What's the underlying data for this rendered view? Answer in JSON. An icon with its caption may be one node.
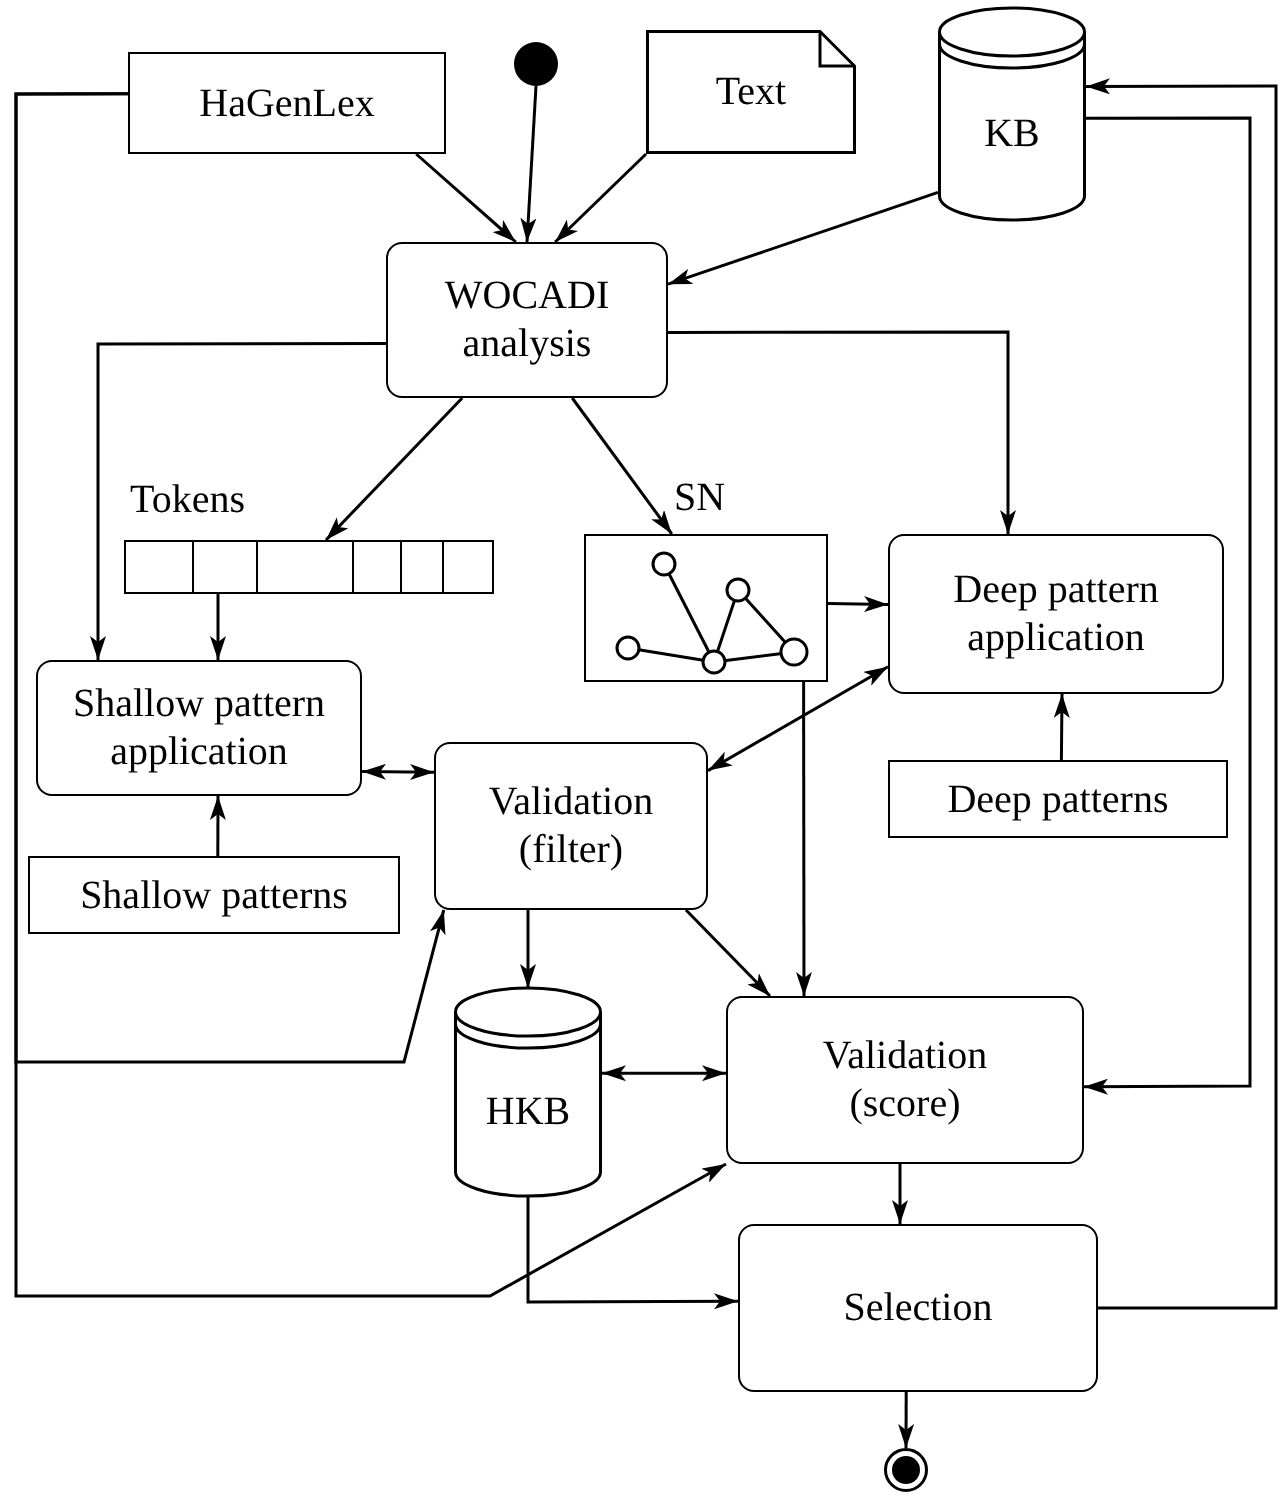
{
  "diagram": {
    "nodes": [
      {
        "text": [
          "HaGenLex"
        ]
      },
      {
        "text": [],
        "shape": "circle"
      },
      {
        "text": [
          "Text"
        ]
      },
      {
        "text": [
          "KB"
        ]
      },
      {
        "text": [
          "WOCADI analysis"
        ]
      },
      {
        "text": [
          "Tokens"
        ]
      },
      {
        "text": [
          "SN"
        ]
      },
      {
        "text": [
          "Deep pattern application"
        ]
      },
      {
        "text": [
          "Shallow pattern application"
        ]
      },
      {
        "text": [
          "Validation (filter)"
        ]
      },
      {
        "text": [
          "Deep patterns"
        ]
      },
      {
        "text": [
          "Shallow patterns"
        ]
      },
      {
        "text": [
          "HKB"
        ]
      },
      {
        "text": [
          "Validation (score)"
        ]
      },
      {
        "text": [
          "Selection"
        ]
      },
      {
        "text": [],
        "shape": "circle"
      }
    ],
    "edges": [
      {
        "from": 0,
        "to": 4,
        "arrow": "to"
      },
      {
        "from": 1,
        "to": 4,
        "arrow": "to"
      },
      {
        "from": 2,
        "to": 4,
        "arrow": "to"
      },
      {
        "from": 3,
        "to": 4,
        "arrow": "to"
      },
      {
        "from": 4,
        "to": 5,
        "arrow": "to"
      },
      {
        "from": 4,
        "to": 6,
        "arrow": "to"
      },
      {
        "from": 4,
        "to": 7,
        "arrow": "to"
      },
      {
        "from": 4,
        "to": 8,
        "arrow": "to"
      },
      {
        "from": 5,
        "to": 8,
        "arrow": "to"
      },
      {
        "from": 6,
        "to": 7,
        "arrow": "to"
      },
      {
        "from": 10,
        "to": 7,
        "arrow": "to"
      },
      {
        "from": 11,
        "to": 8,
        "arrow": "to"
      },
      {
        "from": 8,
        "to": 9,
        "arrow": "both"
      },
      {
        "from": 7,
        "to": 9,
        "arrow": "both"
      },
      {
        "from": 6,
        "to": 13,
        "arrow": "to"
      },
      {
        "from": 9,
        "to": 12,
        "arrow": "to"
      },
      {
        "from": 9,
        "to": 13,
        "arrow": "to"
      },
      {
        "from": 12,
        "to": 13,
        "arrow": "both"
      },
      {
        "from": 12,
        "to": 14,
        "arrow": "to"
      },
      {
        "from": 13,
        "to": 14,
        "arrow": "to"
      },
      {
        "from": 14,
        "to": 15,
        "arrow": "to"
      },
      {
        "from": 0,
        "to": 9,
        "arrow": "to"
      },
      {
        "from": 0,
        "to": 13,
        "arrow": "to"
      },
      {
        "from": 3,
        "to": 13,
        "arrow": "to"
      },
      {
        "from": 14,
        "to": 3,
        "arrow": "to"
      }
    ]
  }
}
